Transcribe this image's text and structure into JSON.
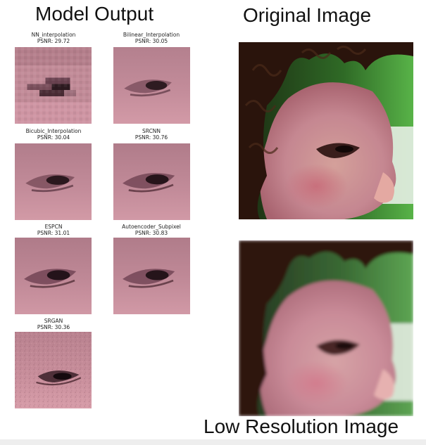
{
  "headings": {
    "model_output": "Model Output",
    "original": "Original Image",
    "low_resolution": "Low Resolution Image"
  },
  "models": [
    {
      "name": "NN_interpolation",
      "psnr": "PSNR: 29.72"
    },
    {
      "name": "Bilinear_Interpolation",
      "psnr": "PSNR: 30.05"
    },
    {
      "name": "Bicubic_Interpolation",
      "psnr": "PSNR: 30.04"
    },
    {
      "name": "SRCNN",
      "psnr": "PSNR: 30.76"
    },
    {
      "name": "ESPCN",
      "psnr": "PSNR: 31.01"
    },
    {
      "name": "Autoencoder_Subpixel",
      "psnr": "PSNR: 30.83"
    },
    {
      "name": "SRGAN",
      "psnr": "PSNR: 30.36"
    }
  ],
  "colors": {
    "skin": "#c88b9a",
    "skin_dark": "#8a5a6a",
    "hair": "#2a140c",
    "background_green": "#3f9a3a"
  }
}
